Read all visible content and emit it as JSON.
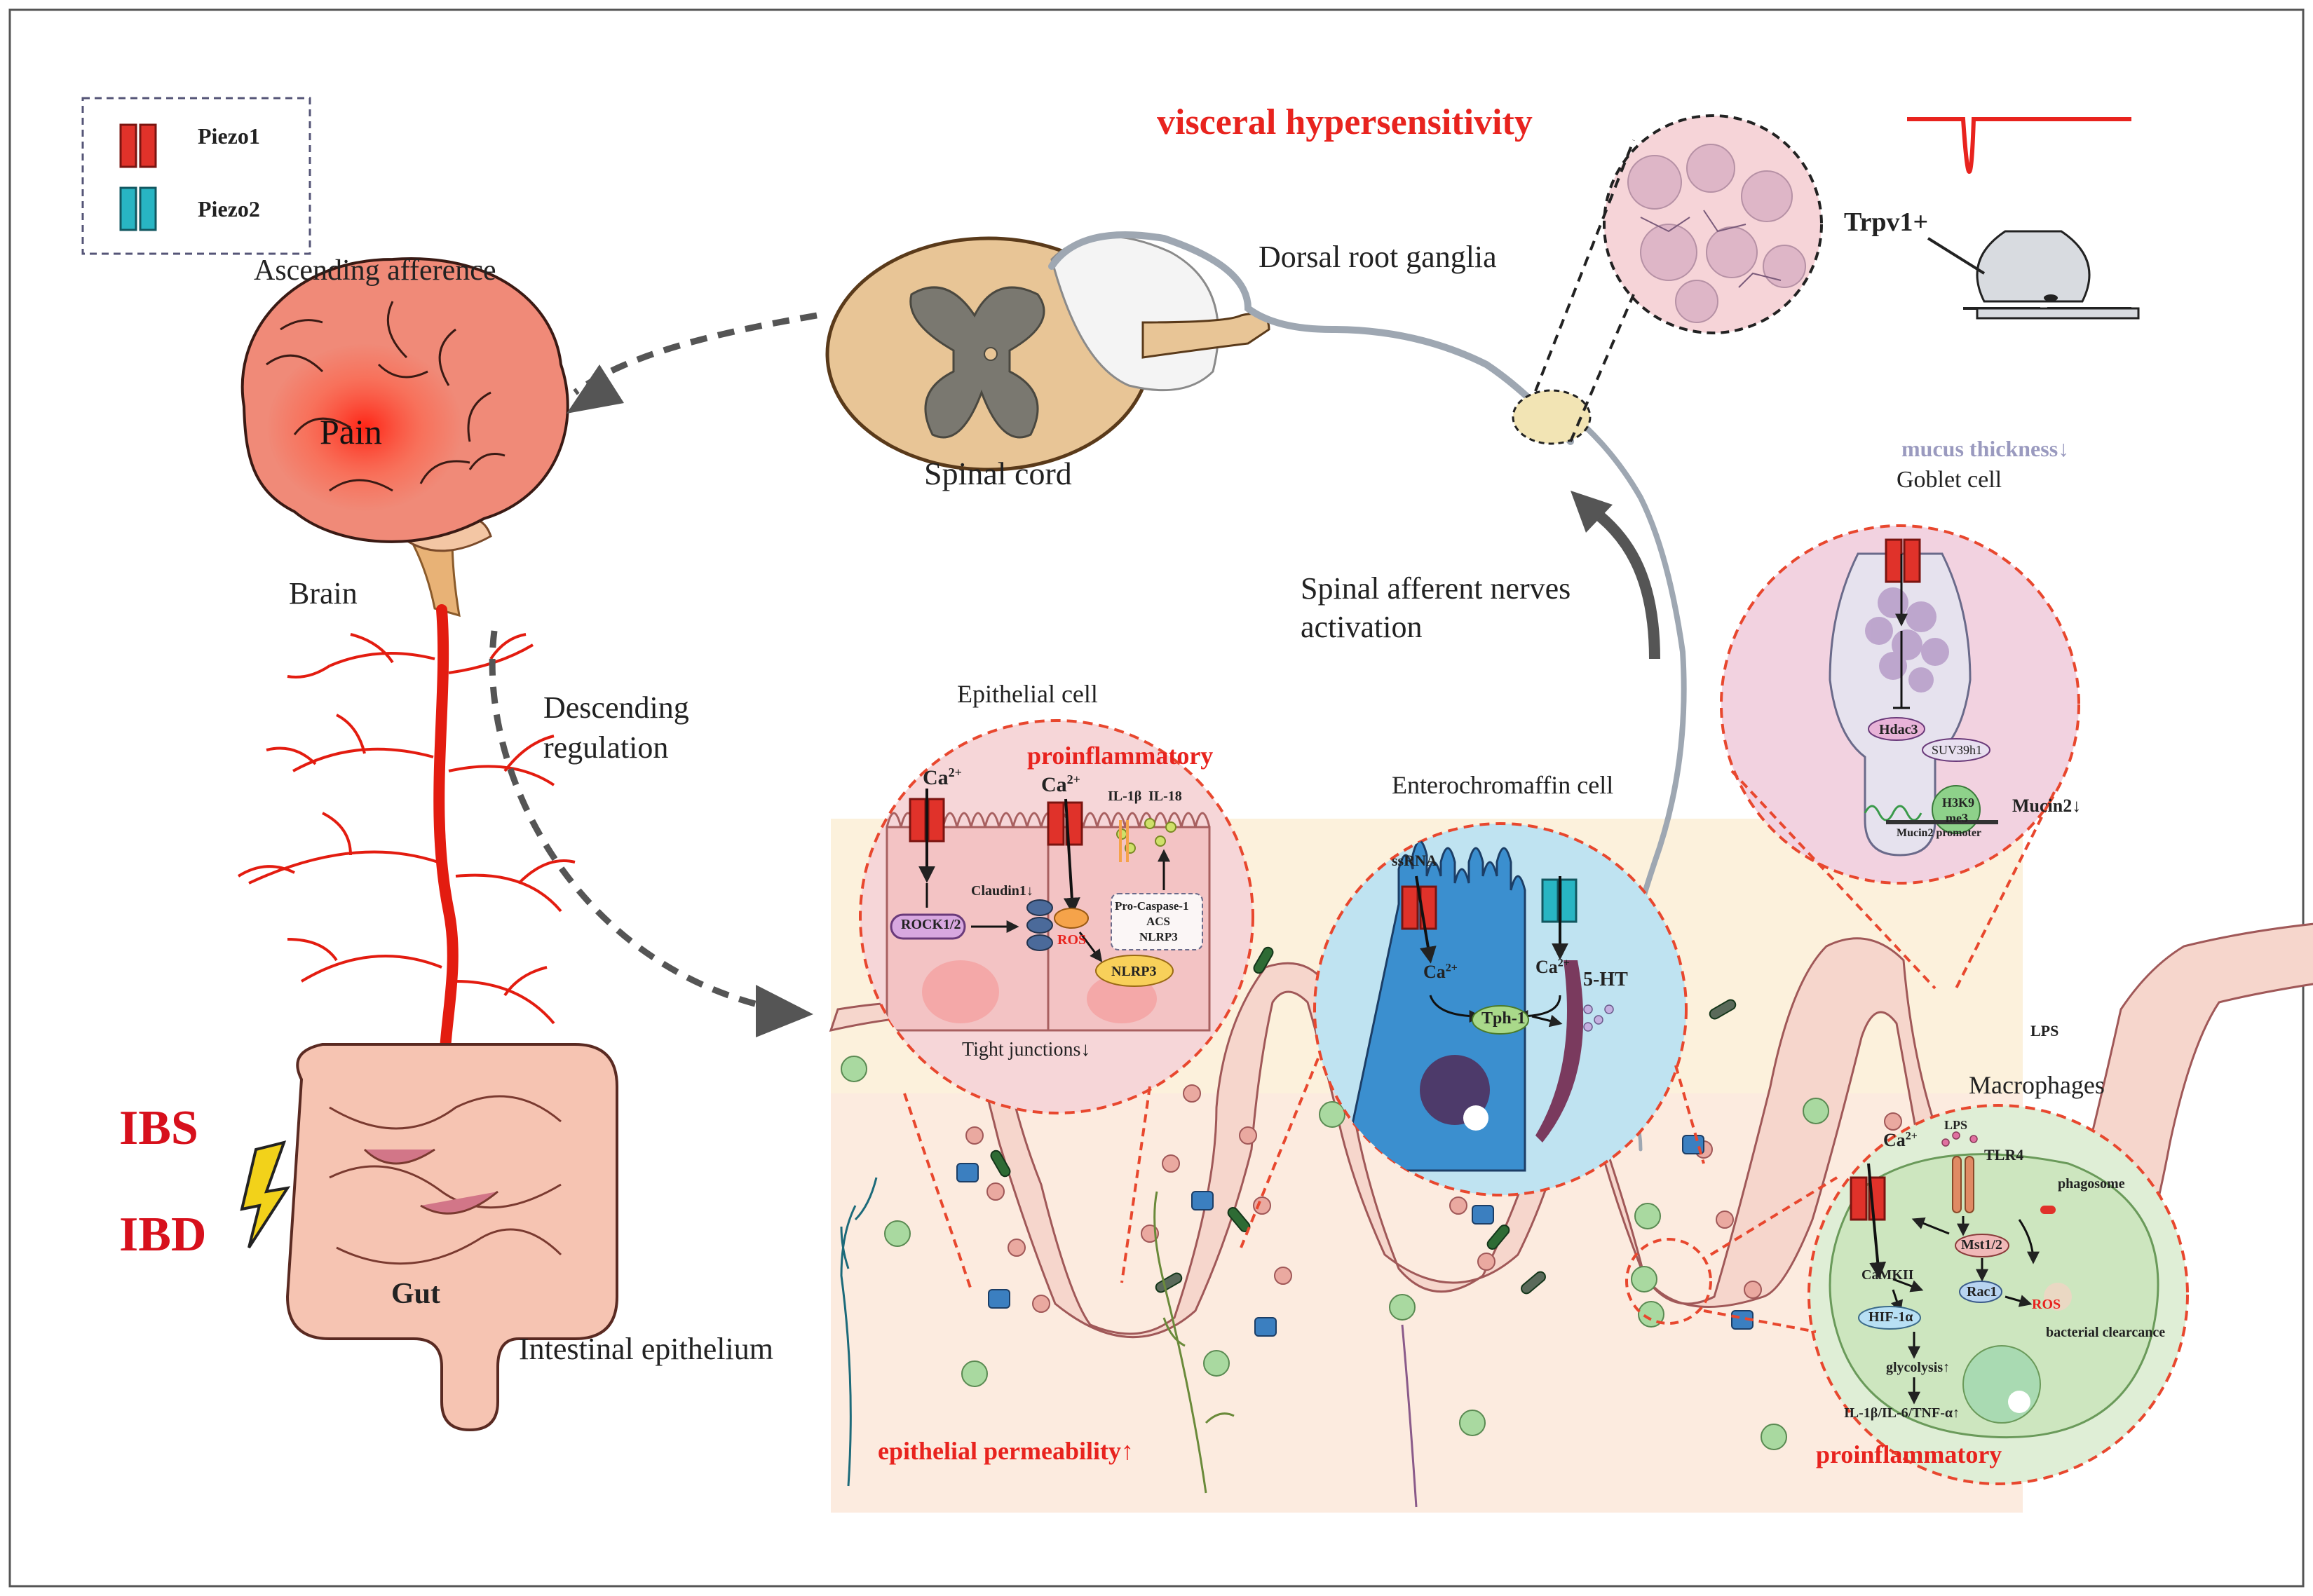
{
  "legend": {
    "piezo1": "Piezo1",
    "piezo2": "Piezo2"
  },
  "labels": {
    "visceral_hypersensitivity": "visceral hypersensitivity",
    "trpv1": "Trpv1+",
    "ascending_afference": "Ascending afference",
    "dorsal_root_ganglia": "Dorsal root ganglia",
    "spinal_cord": "Spinal cord",
    "pain": "Pain",
    "brain": "Brain",
    "spinal_afferent_line1": "Spinal afferent nerves",
    "spinal_afferent_line2": "activation",
    "descending_line1": "Descending",
    "descending_line2": "regulation",
    "ibs": "IBS",
    "ibd": "IBD",
    "gut": "Gut",
    "intestinal_epithelium": "Intestinal epithelium",
    "epithelial_permeability": "epithelial permeability↑",
    "lps_epi": "LPS"
  },
  "epithelial": {
    "title": "Epithelial cell",
    "proinflammatory": "proinflammatory",
    "ca1": "Ca",
    "ca2": "Ca",
    "sup": "2+",
    "rock": "ROCK1/2",
    "claudin": "Claudin1↓",
    "ros": "ROS",
    "il1b": "IL-1β",
    "il18": "IL-18",
    "procaspase": "Pro-Caspase-1",
    "acs": "ACS",
    "nlrp3_box": "NLRP3",
    "nlrp3": "NLRP3",
    "tight": "Tight junctions↓"
  },
  "enterochromaffin": {
    "title": "Enterochromaffin cell",
    "ssrna": "ssRNA",
    "ca1": "Ca",
    "ca2": "Ca",
    "sup": "2+",
    "tph": "Tph-1",
    "ht": "5-HT"
  },
  "goblet": {
    "mucus": "mucus thickness↓",
    "title": "Goblet cell",
    "hdac3": "Hdac3",
    "suv": "SUV39h1",
    "h3k9_1": "H3K9",
    "h3k9_2": "me3",
    "promoter": "Mucin2 promoter",
    "mucin2": "Mucin2↓"
  },
  "macrophage": {
    "title": "Macrophages",
    "ca": "Ca",
    "sup": "2+",
    "lps": "LPS",
    "tlr4": "TLR4",
    "phagosome": "phagosome",
    "mst": "Mst1/2",
    "camkii": "CaMKII",
    "rac1": "Rac1",
    "ros": "ROS",
    "hif": "HIF-1α",
    "bacterial": "bacterial clearcance",
    "glycolysis": "glycolysis↑",
    "cytokines": "IL-1β/IL-6/TNF-α↑",
    "proinflammatory": "proinflammatory"
  },
  "colors": {
    "piezo1": "#e0322a",
    "piezo2": "#28b5c3",
    "accent_red": "#e8231e",
    "brain": "#f08a78",
    "spinal_tan": "#e8c596",
    "epithelium_bg": "#fcf1dc",
    "epi_circle": "#f6d6d8",
    "ec_circle": "#bfe3f1",
    "goblet_circle": "#f2d2e0",
    "mac_circle": "#dfeed6",
    "nerve": "#9ea7b2"
  }
}
